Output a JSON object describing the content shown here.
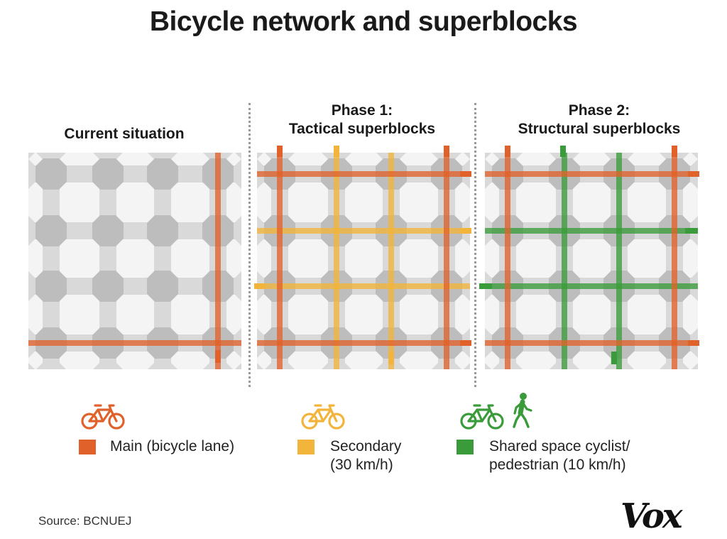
{
  "title": "Bicycle network and superblocks",
  "colors": {
    "main": "#e0622a",
    "secondary": "#f2b43a",
    "shared": "#3a9b3a",
    "pedestrian": "#3a9b3a",
    "block_area": "#d9d9d9",
    "block": "#f4f4f4",
    "intersection": "#bdbdbd"
  },
  "panels": [
    {
      "id": "current",
      "label": "Current situation"
    },
    {
      "id": "phase1",
      "label_line1": "Phase 1:",
      "label_line2": "Tactical superblocks"
    },
    {
      "id": "phase2",
      "label_line1": "Phase 2:",
      "label_line2": "Structural superblocks"
    }
  ],
  "legend": [
    {
      "icon": "bicycle-icon",
      "color_key": "main",
      "text": "Main (bicycle lane)"
    },
    {
      "icon": "bicycle-icon",
      "color_key": "secondary",
      "text_line1": "Secondary",
      "text_line2": "(30 km/h)"
    },
    {
      "icon": "bicycle-icon",
      "extra_icon": "pedestrian-icon",
      "color_key": "shared",
      "text_line1": "Shared space cyclist/",
      "text_line2": "pedestrian (10 km/h)"
    }
  ],
  "source": "Source: BCNUEJ",
  "logo": "Vox"
}
